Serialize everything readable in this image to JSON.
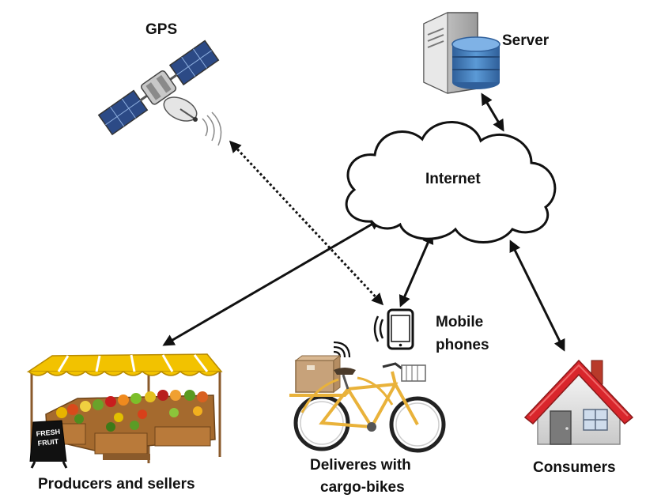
{
  "labels": {
    "gps": "GPS",
    "server": "Server",
    "internet": "Internet",
    "mobile_line1": "Mobile",
    "mobile_line2": "phones",
    "producers": "Producers and sellers",
    "deliveries_line1": "Deliveres with",
    "deliveries_line2": "cargo-bikes",
    "consumers": "Consumers",
    "stall_sign_line1": "FRESH",
    "stall_sign_line2": "FRUIT"
  },
  "colors": {
    "arrow": "#111111",
    "stall_awning": "#f2c200",
    "bike_frame": "#e9b23a",
    "house_roof": "#d9262c",
    "solar_panel": "#2c4a86",
    "server_disk": "#3e78b8"
  },
  "icons": [
    "satellite-icon",
    "server-icon",
    "cloud-icon",
    "smartphone-icon",
    "wifi-icon",
    "market-stall-icon",
    "cargo-bike-icon",
    "house-icon"
  ],
  "connections": [
    {
      "from": "server",
      "to": "internet",
      "style": "solid",
      "direction": "both"
    },
    {
      "from": "internet",
      "to": "producers",
      "style": "solid",
      "direction": "both"
    },
    {
      "from": "internet",
      "to": "mobile",
      "style": "solid",
      "direction": "both"
    },
    {
      "from": "internet",
      "to": "consumers",
      "style": "solid",
      "direction": "both"
    },
    {
      "from": "gps",
      "to": "mobile",
      "style": "dotted",
      "direction": "both"
    }
  ]
}
